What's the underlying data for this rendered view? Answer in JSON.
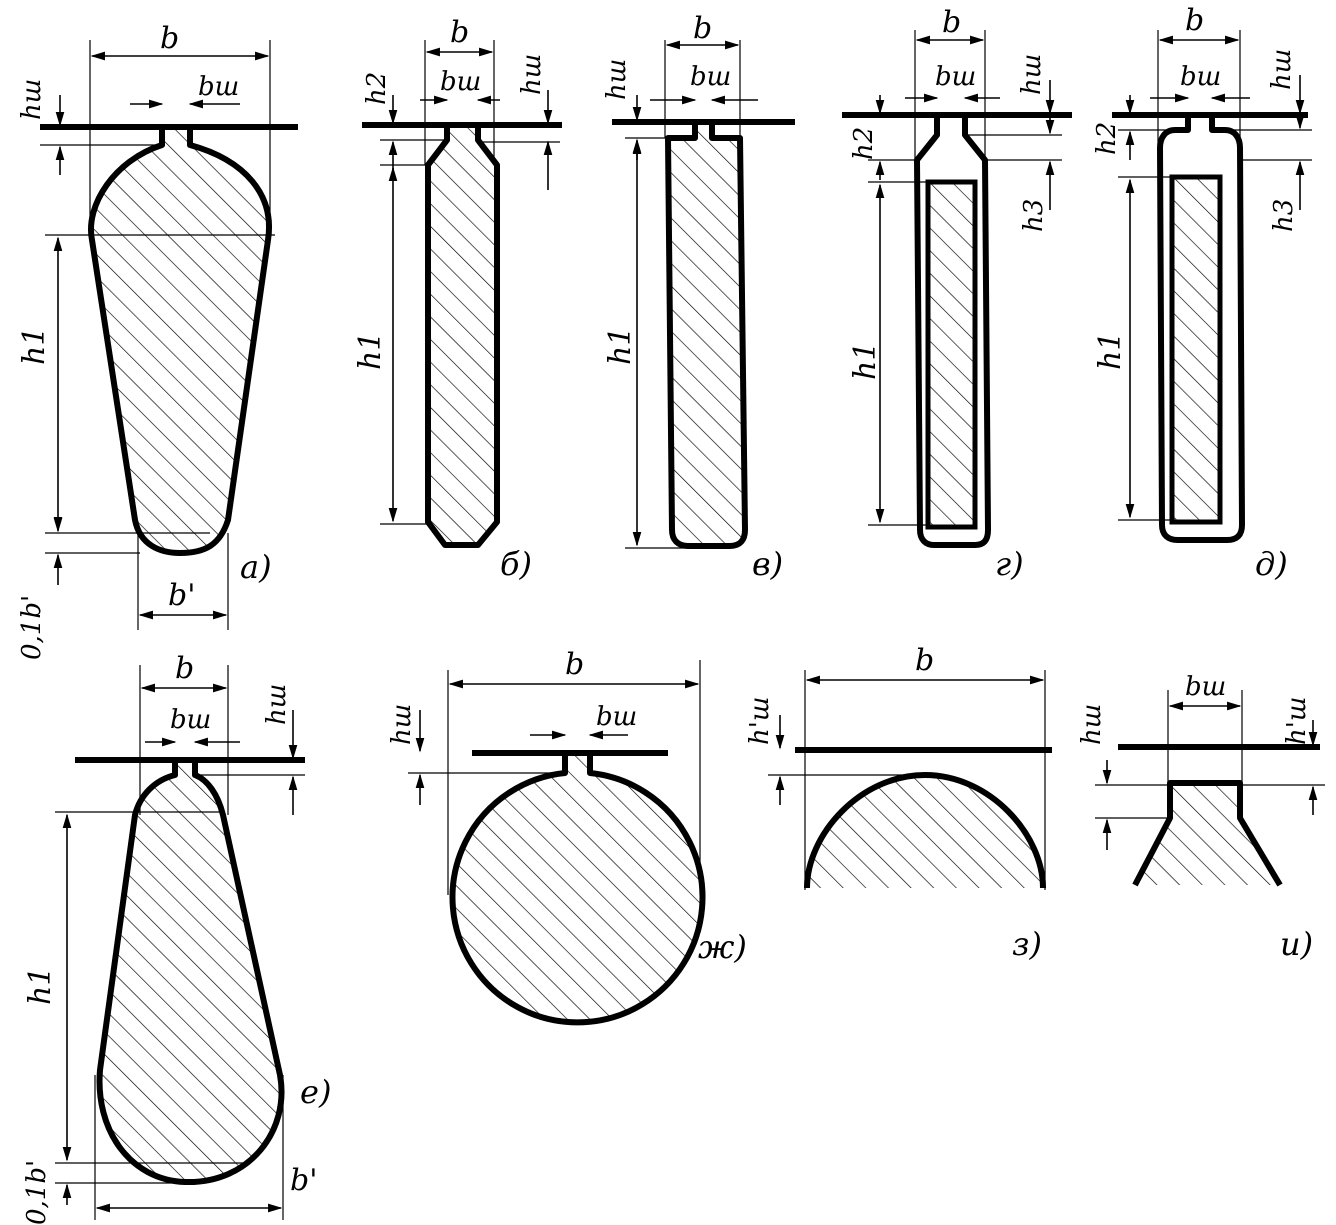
{
  "labels": {
    "b": "b",
    "b_sh": "bш",
    "h_sh": "hш",
    "h_sh_prime": "h'ш",
    "h1": "h1",
    "h2": "h2",
    "h3": "h3",
    "b_prime": "b'",
    "b_01": "0,1b'"
  },
  "captions": {
    "a": "а)",
    "b": "б)",
    "v": "в)",
    "g": "г)",
    "d": "д)",
    "e": "е)",
    "zh": "ж)",
    "z": "з)",
    "i": "и)"
  }
}
